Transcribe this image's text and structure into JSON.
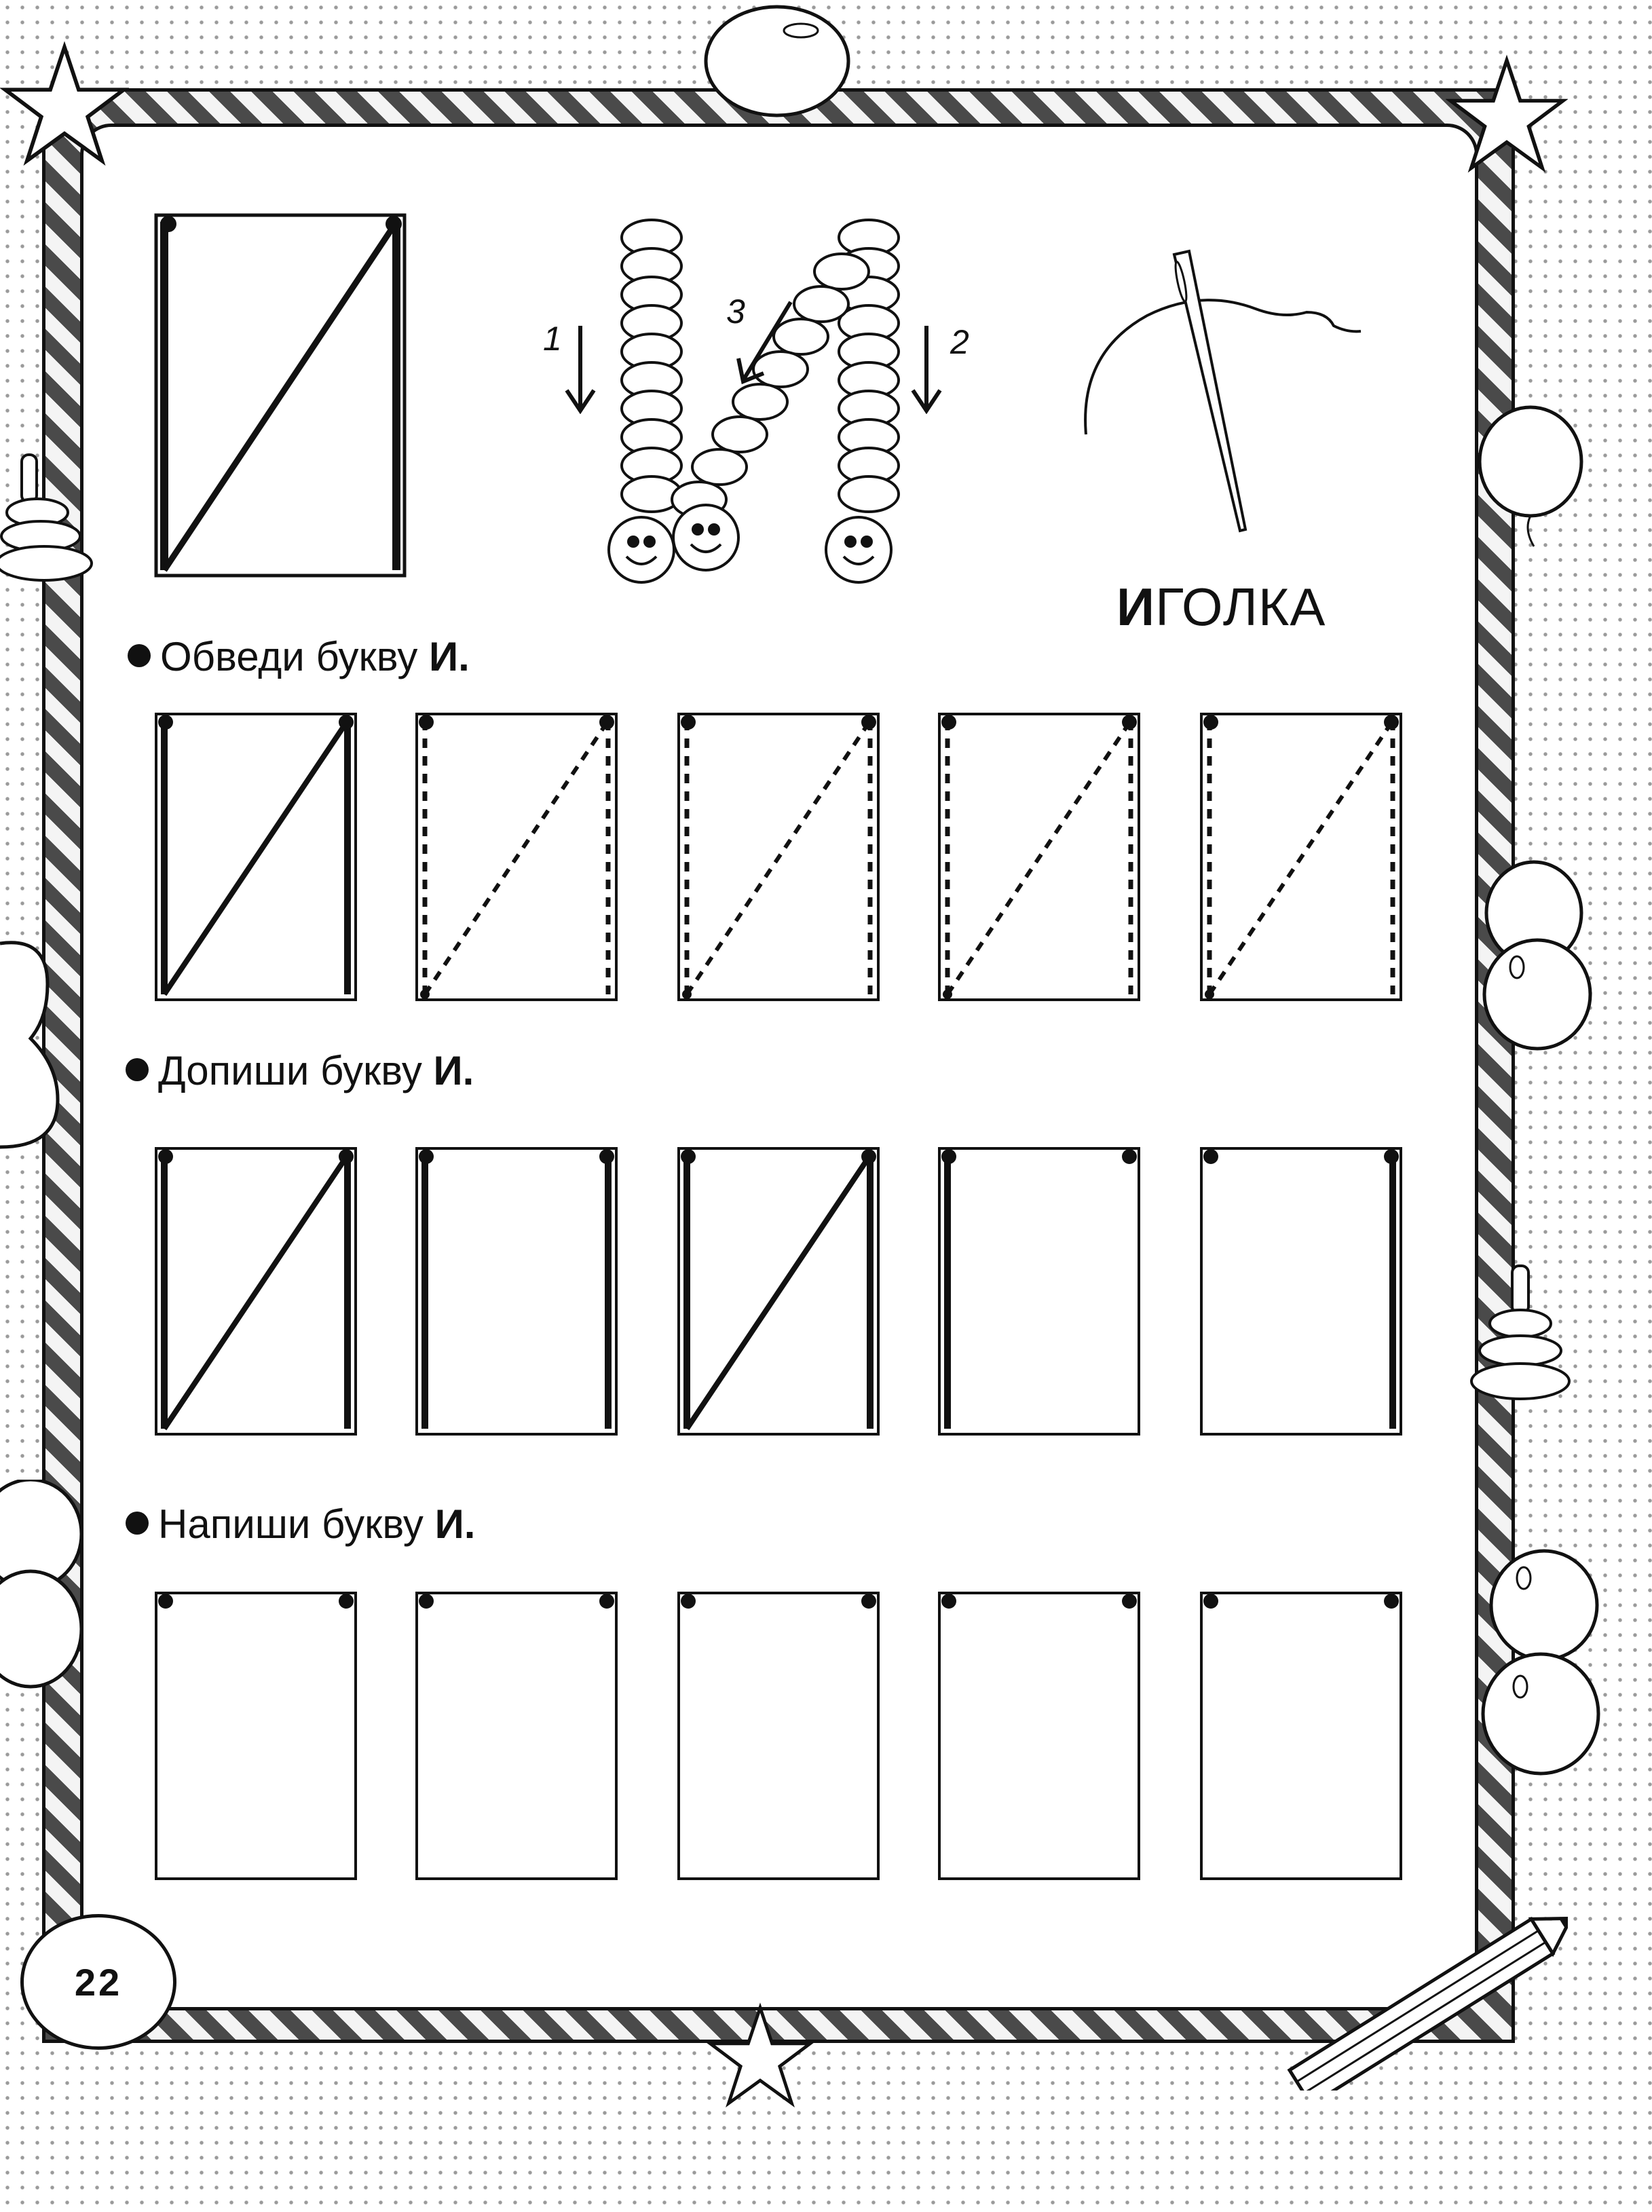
{
  "word": {
    "first_letter": "И",
    "rest": "ГОЛКА"
  },
  "instructions": [
    {
      "text": "Обведи букву ",
      "letter": "И."
    },
    {
      "text": "Допиши букву ",
      "letter": "И."
    },
    {
      "text": "Напиши букву ",
      "letter": "И."
    }
  ],
  "stroke_order": [
    "1",
    "2",
    "3"
  ],
  "page_number": "22",
  "icons": [
    "caterpillar-letter-icon",
    "needle-icon",
    "balloon-icon",
    "star-icon",
    "pencil-icon",
    "pyramid-toy-icon"
  ],
  "colors": {
    "ink": "#111111",
    "stripe": "#4a4a4a",
    "paper": "#ffffff"
  }
}
